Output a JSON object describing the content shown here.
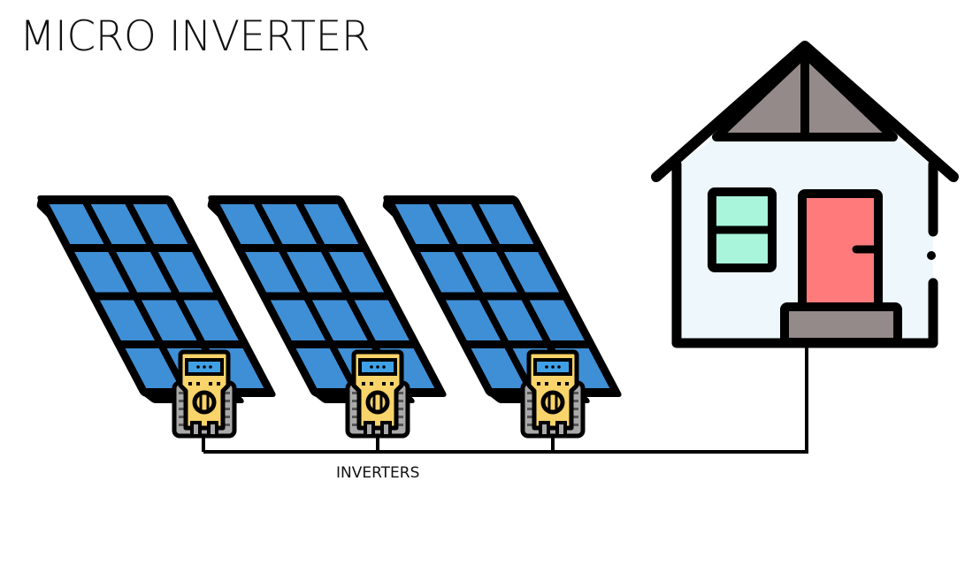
{
  "title": "MICRO INVERTER",
  "inverters_label": "INVERTERS",
  "panel_count": 3,
  "colors": {
    "panel_cell": "#3F8FD6",
    "panel_edge": "#D9D9D9",
    "inverter_body": "#F9D46A",
    "inverter_screen": "#3FA0E6",
    "inverter_side": "#A9A9A9",
    "house_wall": "#EEF7FC",
    "roof_gable": "#958A8A",
    "window": "#A8F5DC",
    "door": "#FF7B7B",
    "step": "#958A8A",
    "outline": "#000000"
  }
}
